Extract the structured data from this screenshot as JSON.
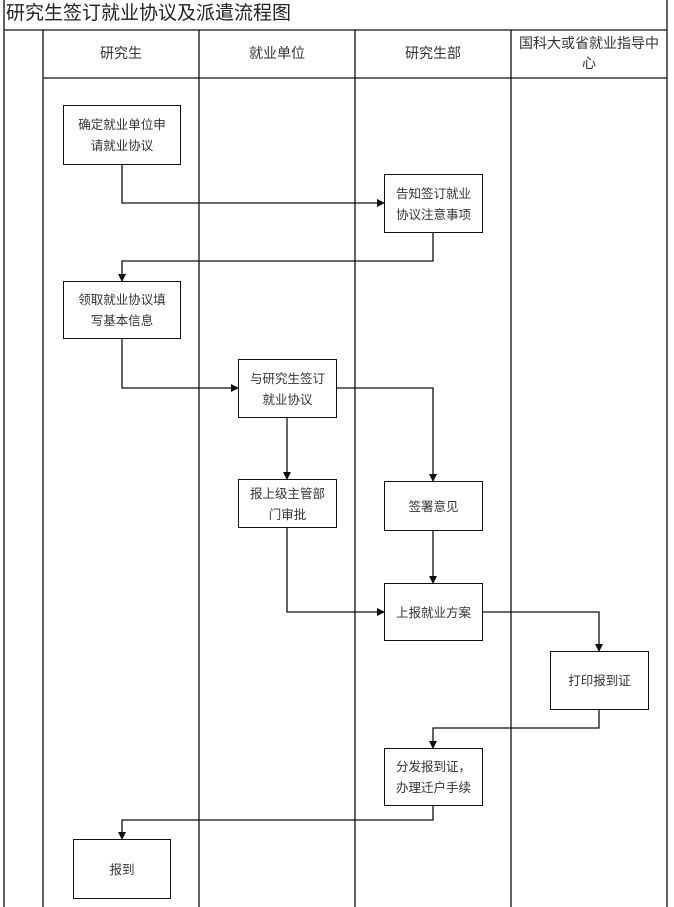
{
  "title": "研究生签订就业协议及派遣流程图",
  "lanes": [
    {
      "label": "研究生"
    },
    {
      "label": "就业单位"
    },
    {
      "label": "研究生部"
    },
    {
      "label": "国科大或省就业指导中心"
    }
  ],
  "steps": {
    "confirm_employer": "确定就业单位申请就业协议",
    "notify_notes": "告知签订就业协议注意事项",
    "receive_fill": "领取就业协议填写基本信息",
    "sign_agreement": "与研究生签订就业协议",
    "report_superior": "报上级主管部门审批",
    "sign_opinion": "签署意见",
    "submit_plan": "上报就业方案",
    "print_certificate": "打印报到证",
    "distribute_certificate": "分发报到证，办理迁户手续",
    "report_in": "报到"
  }
}
